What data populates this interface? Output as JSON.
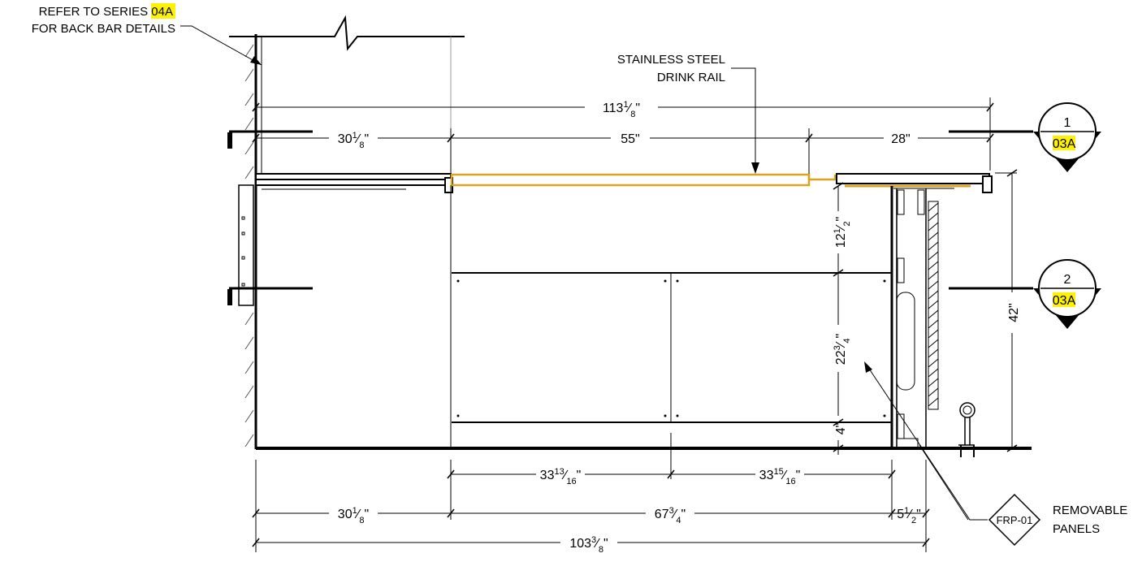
{
  "notes": {
    "back_bar_line1_prefix": "REFER TO SERIES",
    "back_bar_line1_ref": "04A",
    "back_bar_line2": "FOR BACK BAR DETAILS",
    "rail_line1": "STAINLESS STEEL",
    "rail_line2": "DRINK RAIL",
    "panels_line1": "REMOVABLE",
    "panels_line2": "PANELS"
  },
  "section_markers": [
    {
      "number": "1",
      "sheet": "03A"
    },
    {
      "number": "2",
      "sheet": "03A"
    }
  ],
  "finish_tag": "FRP-01",
  "dimensions": {
    "top": [
      {
        "whole": "113",
        "num": "1",
        "den": "8"
      },
      {
        "whole": "30",
        "num": "1",
        "den": "8"
      },
      {
        "whole": "55",
        "num": "",
        "den": ""
      },
      {
        "whole": "28",
        "num": "",
        "den": ""
      }
    ],
    "vertical": [
      {
        "whole": "12",
        "num": "1",
        "den": "2"
      },
      {
        "whole": "22",
        "num": "3",
        "den": "4"
      },
      {
        "whole": "4",
        "num": "",
        "den": ""
      },
      {
        "whole": "42",
        "num": "",
        "den": ""
      }
    ],
    "bottom": [
      {
        "whole": "33",
        "num": "13",
        "den": "16"
      },
      {
        "whole": "33",
        "num": "15",
        "den": "16"
      },
      {
        "whole": "30",
        "num": "1",
        "den": "8"
      },
      {
        "whole": "67",
        "num": "3",
        "den": "4"
      },
      {
        "whole": "5",
        "num": "1",
        "den": "2"
      },
      {
        "whole": "103",
        "num": "3",
        "den": "8"
      }
    ]
  },
  "colors": {
    "line": "#000000",
    "stainless_rail": "#d9a520",
    "highlight": "#fff200"
  }
}
